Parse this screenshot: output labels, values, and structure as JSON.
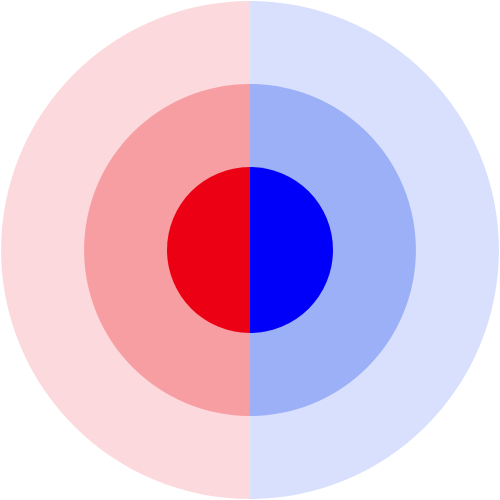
{
  "diagram": {
    "rings": [
      {
        "name": "outer-ring",
        "left_color": "#fbd9dc",
        "right_color": "#d9e0fd"
      },
      {
        "name": "middle-ring",
        "left_color": "#f79ea3",
        "right_color": "#9cb0f7"
      },
      {
        "name": "inner-core",
        "left_color": "#eb0014",
        "right_color": "#0000fa"
      }
    ]
  }
}
